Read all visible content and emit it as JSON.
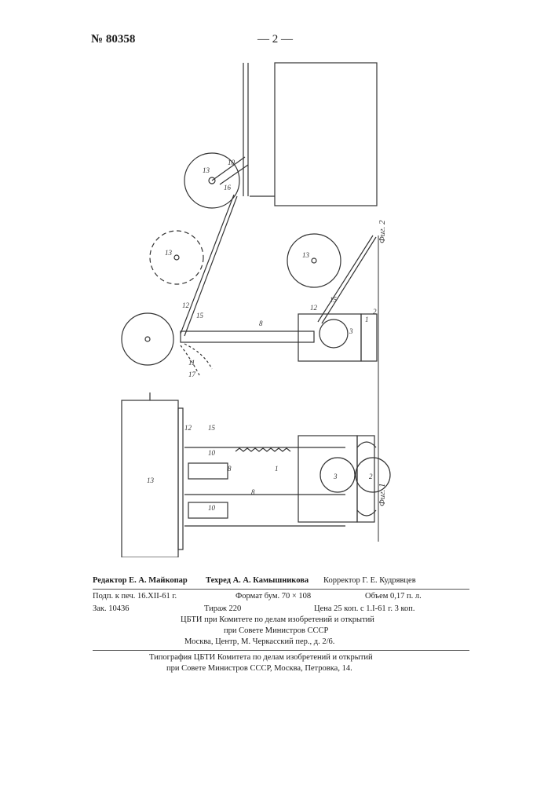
{
  "header": {
    "patent_number": "№ 80358",
    "page_number": "— 2 —"
  },
  "figures": {
    "fig2_label": "Фиг. 2",
    "fig1_label": "Фиг. 1",
    "part_numbers": [
      "1",
      "2",
      "3",
      "8",
      "10",
      "11",
      "12",
      "13",
      "15",
      "16",
      "17"
    ]
  },
  "footer": {
    "editor": "Редактор Е. А. Майкопар",
    "techred": "Техред А. А. Камышникова",
    "corrector": "Корректор Г. Е. Кудрявцев",
    "signed": "Подп. к печ. 16.XII-61 г.",
    "format": "Формат бум. 70 × 108",
    "volume": "Объем 0,17 п. л.",
    "order": "Зак. 10436",
    "print_run": "Тираж 220",
    "price": "Цена 25 коп. с 1.I-61 г.   3 коп.",
    "publisher_line1": "ЦБТИ при Комитете по делам изобретений и открытий",
    "publisher_line2": "при Совете Министров СССР",
    "publisher_address": "Москва, Центр, М. Черкасский пер., д. 2/6.",
    "printer_line1": "Типография ЦБТИ Комитета по делам изобретений и открытий",
    "printer_line2": "при Совете Министров СССР, Москва, Петровка, 14."
  }
}
